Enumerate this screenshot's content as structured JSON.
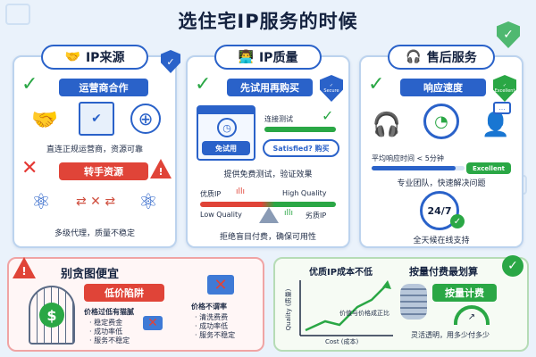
{
  "title": "选住宅IP服务的时候",
  "col1": {
    "header": "IP来源",
    "good_label": "运营商合作",
    "good_caption": "直连正规运营商，资源可靠",
    "bad_label": "转手资源",
    "bad_caption": "多级代理，质量不稳定"
  },
  "col2": {
    "header": "IP质量",
    "trial_label": "先试用再购买",
    "shield_text": "Secure",
    "connect_label": "连接测试",
    "trial_button": "免试用",
    "satisfied_button": "Satisfied? 购买",
    "trial_caption": "提供免费测试，验证效果",
    "quality_good_cn": "优质IP",
    "quality_good_en": "High Quality",
    "quality_low_en": "Low Quality",
    "quality_bad_cn": "劣质IP",
    "quality_caption": "拒绝盲目付费，确保可用性"
  },
  "col3": {
    "header": "售后服务",
    "shield_text": "Excellent",
    "speed_label": "响应速度",
    "response_text": "平均响应时间 < 5分钟",
    "excellent_tag": "Excellent",
    "team_caption": "专业团队，快速解决问题",
    "clock_text": "24/7",
    "online_caption": "全天候在线支持"
  },
  "bottom_left": {
    "title": "别贪图便宜",
    "trap_label": "低价陷阱",
    "trap_heading": "价格过低有猫腻",
    "trap_items": [
      "稳定费金",
      "成功率低",
      "服务不稳定"
    ],
    "unknown_heading": "价格不谓率",
    "unknown_items": [
      "清洗费费",
      "成功率低",
      "服务不稳定"
    ]
  },
  "bottom_right": {
    "chart_title": "优质IP成本不低",
    "y_label": "Quality (质量)",
    "x_label": "Cost (成本)",
    "note": "价值与价格成正比",
    "billing_title": "按量付费最划算",
    "billing_label": "按量计费",
    "billing_caption": "灵活透明，用多少付多少"
  },
  "colors": {
    "accent": "#2a62c9",
    "good": "#2aa745",
    "bad": "#e53935"
  }
}
